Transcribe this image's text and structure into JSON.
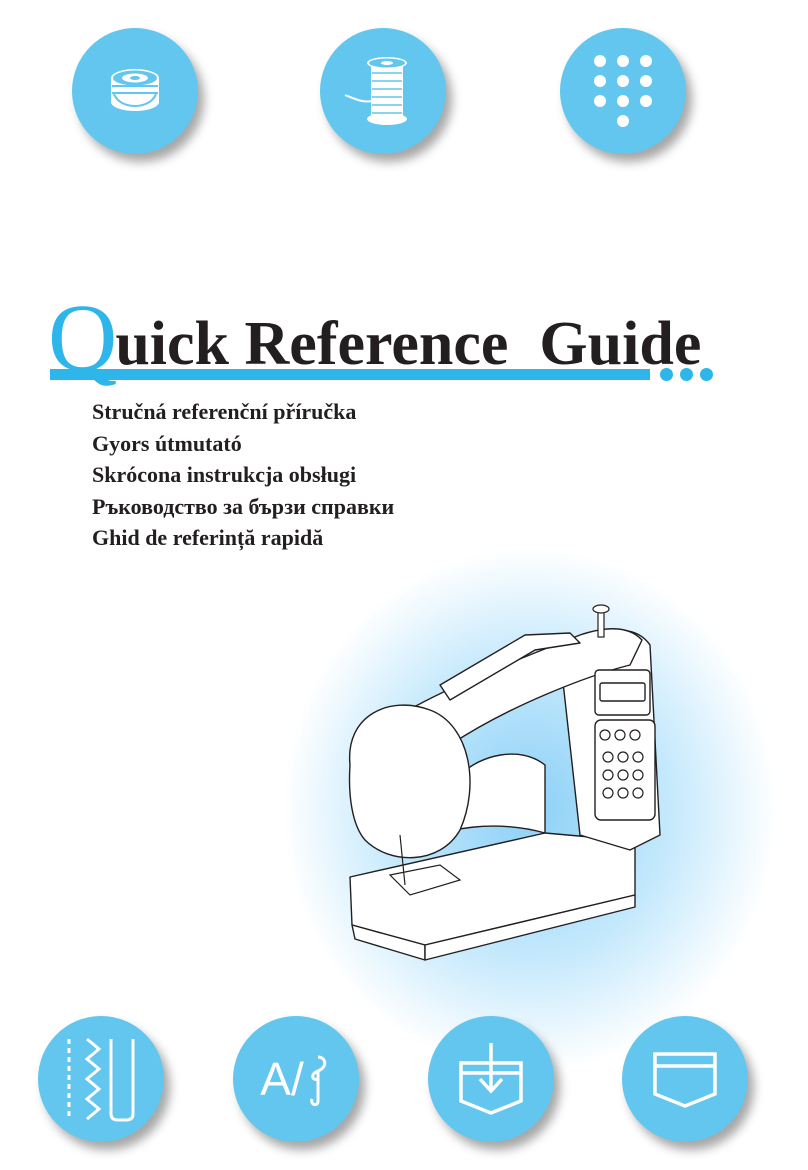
{
  "title": {
    "initial": "Q",
    "rest": "uick Reference  Guide"
  },
  "subtitles": [
    "Stručná referenční příručka",
    "Gyors útmutató",
    "Skrócona instrukcja obsługi",
    "Ръководство за бързи справки",
    "Ghid de referință rapidă"
  ],
  "icons": {
    "top": [
      "bobbin-icon",
      "thread-spool-icon",
      "keypad-icon"
    ],
    "bottom": [
      "stitch-patterns-icon",
      "alphabet-stitch-icon",
      "pocket-insert-icon",
      "pocket-icon"
    ]
  },
  "alphabet_icon_text": "A/",
  "colors": {
    "accent": "#2eb6ea",
    "circle": "#62c6ee",
    "text": "#231f20"
  }
}
